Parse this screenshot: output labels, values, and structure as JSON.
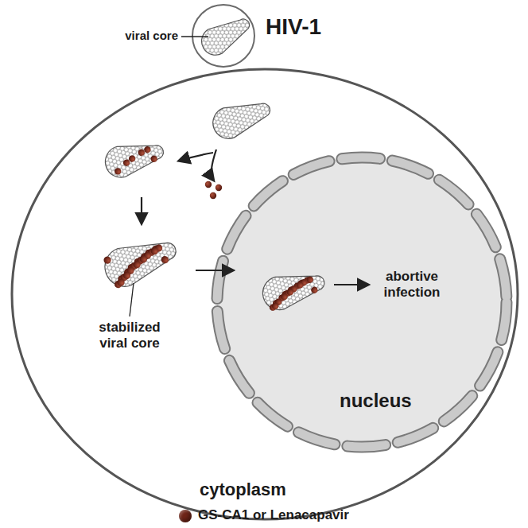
{
  "diagram": {
    "nodes": [
      {
        "text": [
          "HIV-1"
        ]
      },
      {
        "text": [
          "cytoplasm"
        ]
      },
      {
        "text": [
          "nucleus"
        ],
        "in": 1
      }
    ],
    "labels": [
      "viral core",
      "stabilized viral core",
      "abortive infection"
    ],
    "legend": [
      {
        "text": "GS-CA1 or Lenacapavir",
        "color": "#6e2417"
      }
    ]
  }
}
